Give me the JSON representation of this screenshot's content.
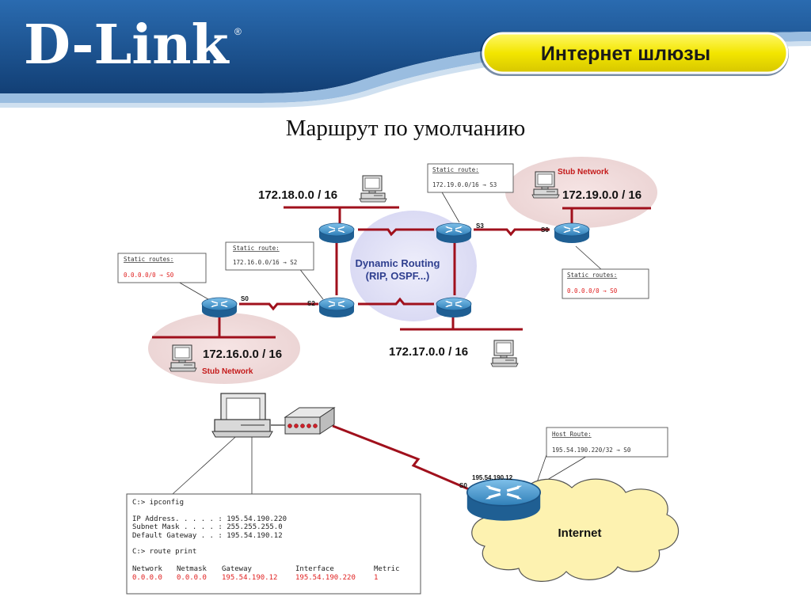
{
  "header": {
    "logo": "D-Link",
    "logo_mark": "®",
    "section_label": "Интернет шлюзы"
  },
  "slide_title": "Маршрут по умолчанию",
  "top_diagram": {
    "networks": {
      "net_18": "172.18.0.0 / 16",
      "net_19": "172.19.0.0 / 16",
      "net_16": "172.16.0.0 / 16",
      "net_17": "172.17.0.0 / 16"
    },
    "stub_label": "Stub Network",
    "dynamic_routing": [
      "Dynamic Routing",
      "(RIP, OSPF...)"
    ],
    "interfaces": {
      "s3": "S3",
      "s0_right": "S0",
      "s0_left": "S0",
      "s2": "S2"
    },
    "callouts": {
      "top": {
        "title": "Static route:",
        "line": "172.19.0.0/16 → S3"
      },
      "mid": {
        "title": "Static route:",
        "line": "172.16.0.0/16 → S2"
      },
      "left": {
        "title": "Static routes:",
        "line": "0.0.0.0/0 → S0"
      },
      "right": {
        "title": "Static routes:",
        "line": "0.0.0.0/0 → S0"
      }
    }
  },
  "bottom_diagram": {
    "router_ip": "195.54.190.12",
    "router_if": "S0",
    "internet_label": "Internet",
    "host_route": {
      "title": "Host Route:",
      "line": "195.54.190.220/32 → S0"
    },
    "console": {
      "line1": "C:> ipconfig",
      "line2": "IP Address. . . . . : 195.54.190.220",
      "line3": "Subnet Mask . . . . : 255.255.255.0",
      "line4": "Default Gateway . . : 195.54.190.12",
      "line5": "C:> route print",
      "headers": [
        "Network",
        "Netmask",
        "Gateway",
        "Interface",
        "Metric"
      ],
      "row": [
        "0.0.0.0",
        "0.0.0.0",
        "195.54.190.12",
        "195.54.190.220",
        "1"
      ]
    }
  },
  "colors": {
    "banner_blue": "#1d5a99",
    "banner_dark": "#0f3d6e",
    "pill_yellow": "#f5e600",
    "link_red": "#b0102a",
    "router_blue": "#3f8fc4",
    "stub_pink": "#f0d8d8",
    "dynamic_lavender": "#dcdcf4",
    "cloud_yellow": "#fdf3b0",
    "callout_red": "#e02020"
  }
}
